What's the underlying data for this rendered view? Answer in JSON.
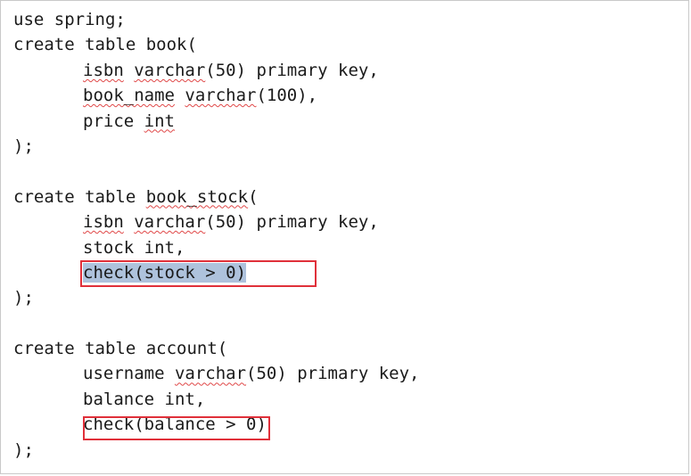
{
  "lines": [
    {
      "indent": false,
      "selected": false,
      "tokens": [
        {
          "t": "use spring;",
          "sq": false
        }
      ]
    },
    {
      "indent": false,
      "selected": false,
      "tokens": [
        {
          "t": "create table book(",
          "sq": false
        }
      ]
    },
    {
      "indent": true,
      "selected": false,
      "tokens": [
        {
          "t": "isbn",
          "sq": true
        },
        {
          "t": " ",
          "sq": false
        },
        {
          "t": "varchar",
          "sq": true
        },
        {
          "t": "(50) primary key,",
          "sq": false
        }
      ]
    },
    {
      "indent": true,
      "selected": false,
      "tokens": [
        {
          "t": "book_name",
          "sq": true
        },
        {
          "t": " ",
          "sq": false
        },
        {
          "t": "varchar",
          "sq": true
        },
        {
          "t": "(100),",
          "sq": false
        }
      ]
    },
    {
      "indent": true,
      "selected": false,
      "tokens": [
        {
          "t": "price ",
          "sq": false
        },
        {
          "t": "int",
          "sq": true
        }
      ]
    },
    {
      "indent": false,
      "selected": false,
      "tokens": [
        {
          "t": ");",
          "sq": false
        }
      ]
    },
    {
      "indent": false,
      "selected": false,
      "tokens": []
    },
    {
      "indent": false,
      "selected": false,
      "tokens": [
        {
          "t": "create table ",
          "sq": false
        },
        {
          "t": "book_stock",
          "sq": true
        },
        {
          "t": "(",
          "sq": false
        }
      ]
    },
    {
      "indent": true,
      "selected": false,
      "tokens": [
        {
          "t": "isbn",
          "sq": true
        },
        {
          "t": " ",
          "sq": false
        },
        {
          "t": "varchar",
          "sq": true
        },
        {
          "t": "(50) primary key,",
          "sq": false
        }
      ]
    },
    {
      "indent": true,
      "selected": false,
      "tokens": [
        {
          "t": "stock int,",
          "sq": false
        }
      ]
    },
    {
      "indent": true,
      "selected": true,
      "tokens": [
        {
          "t": "check(stock > 0)",
          "sq": false
        }
      ]
    },
    {
      "indent": false,
      "selected": false,
      "tokens": [
        {
          "t": ");",
          "sq": false
        }
      ]
    },
    {
      "indent": false,
      "selected": false,
      "tokens": []
    },
    {
      "indent": false,
      "selected": false,
      "tokens": [
        {
          "t": "create table account(",
          "sq": false
        }
      ]
    },
    {
      "indent": true,
      "selected": false,
      "tokens": [
        {
          "t": "username ",
          "sq": false
        },
        {
          "t": "varchar",
          "sq": true
        },
        {
          "t": "(50) primary key,",
          "sq": false
        }
      ]
    },
    {
      "indent": true,
      "selected": false,
      "tokens": [
        {
          "t": "balance int,",
          "sq": false
        }
      ]
    },
    {
      "indent": true,
      "selected": false,
      "tokens": [
        {
          "t": "check(balance > 0)",
          "sq": false
        }
      ]
    },
    {
      "indent": false,
      "selected": false,
      "tokens": [
        {
          "t": ");",
          "sq": false
        }
      ]
    }
  ],
  "colors": {
    "text": "#1a1a1a",
    "selection": "#aec2dc",
    "highlight_box": "#e0303a",
    "spellcheck_squiggle": "#e04848"
  }
}
